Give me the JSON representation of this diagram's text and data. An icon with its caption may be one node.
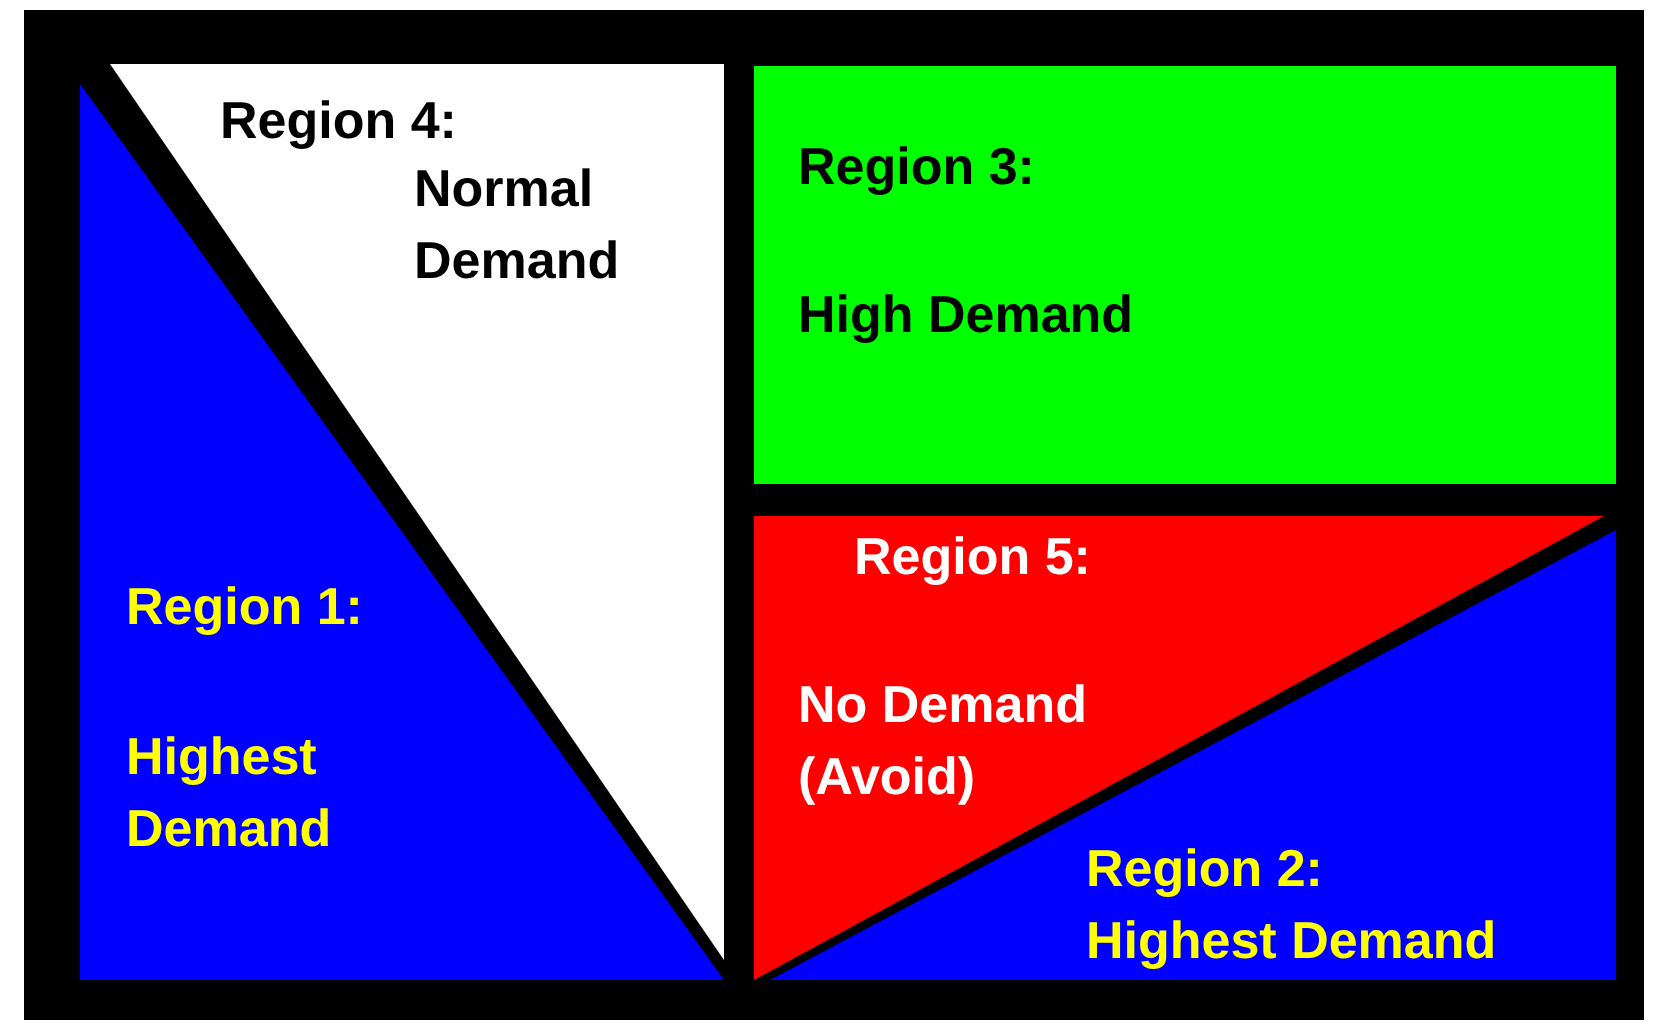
{
  "diagram": {
    "nodes": [
      {
        "text": [
          "Region 4:",
          "Normal Demand"
        ]
      },
      {
        "text": [
          "Region 3:",
          "High Demand"
        ]
      },
      {
        "text": [
          "Region 1:",
          "Highest Demand"
        ]
      },
      {
        "text": [
          "Region 5:",
          "No Demand (Avoid)"
        ]
      },
      {
        "text": [
          "Region 2:",
          "Highest Demand"
        ]
      }
    ]
  }
}
